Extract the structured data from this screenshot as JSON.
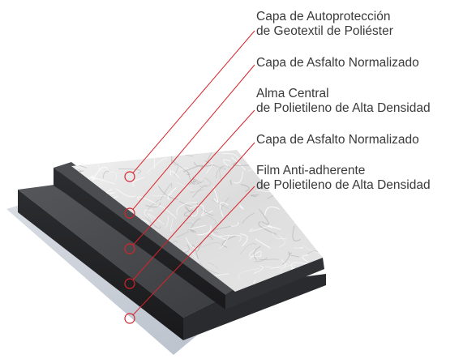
{
  "diagram": {
    "layers": [
      {
        "id": "geotextil",
        "lines": [
          "Capa de Autoprotección",
          "de Geotextil de Poliéster"
        ]
      },
      {
        "id": "asfalto-superior",
        "lines": [
          "Capa de Asfalto Normalizado"
        ]
      },
      {
        "id": "alma-central",
        "lines": [
          "Alma Central",
          "de Polietileno de Alta Densidad"
        ]
      },
      {
        "id": "asfalto-inferior",
        "lines": [
          "Capa de Asfalto Normalizado"
        ]
      },
      {
        "id": "film",
        "lines": [
          "Film Anti-adherente",
          "de Polietileno de Alta Densidad"
        ]
      }
    ],
    "colors": {
      "leader": "#d8232a",
      "asphalt": "#3b3b3d",
      "asphalt_dark": "#222224",
      "film": "#c9ced6",
      "geotextile": "#e8e8e8"
    }
  }
}
